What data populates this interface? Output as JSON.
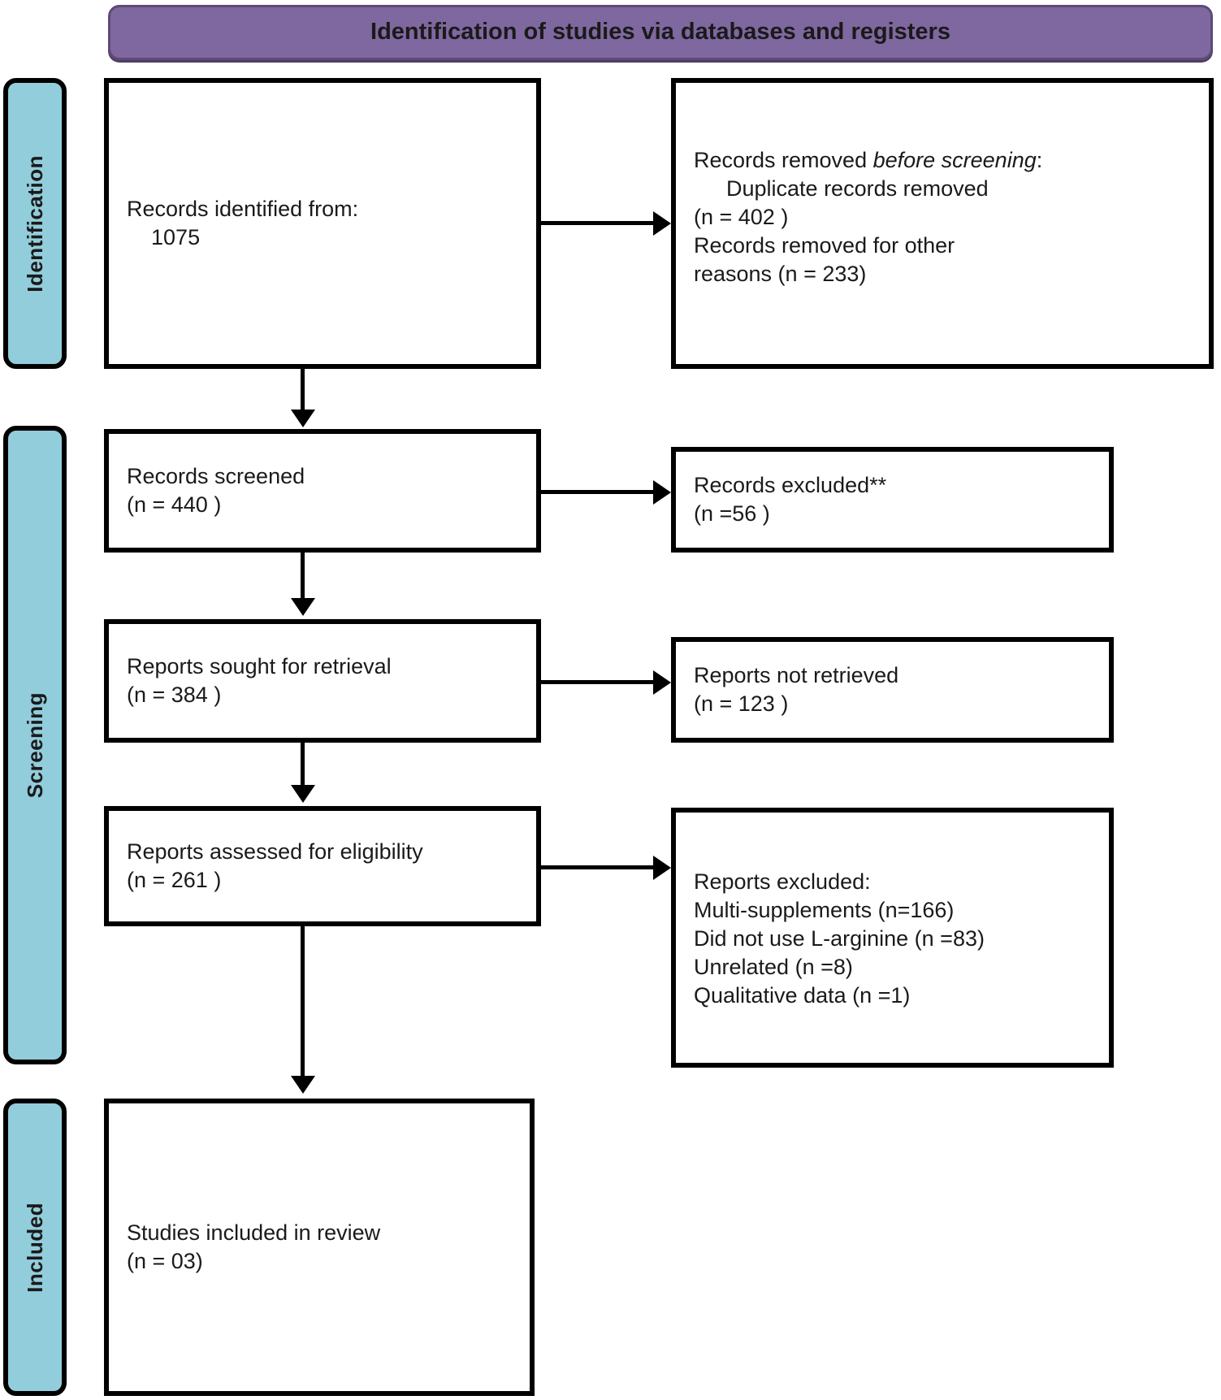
{
  "banner": {
    "title": "Identification of studies via databases and registers"
  },
  "stages": [
    {
      "id": "identification",
      "label": "Identification"
    },
    {
      "id": "screening",
      "label": "Screening"
    },
    {
      "id": "included",
      "label": "Included"
    }
  ],
  "boxes": {
    "identified": {
      "line1": "Records identified from:",
      "line2": "1075",
      "text": "Records identified from:\n    1075"
    },
    "removed": {
      "heading_plain": "Records removed ",
      "heading_italic": "before screening",
      "heading_colon": ":",
      "line_duplicate": "Duplicate records removed",
      "line_duplicate_n": "(n = 402 )",
      "line_other": "Records removed for other",
      "line_other_n": "reasons (n = 233)"
    },
    "screened": {
      "line1": "Records screened",
      "line2": "(n = 440 )",
      "text": "Records screened\n(n = 440 )"
    },
    "records_excluded": {
      "line1": "Records excluded**",
      "line2": "(n =56 )",
      "text": "Records excluded**\n(n =56 )"
    },
    "sought": {
      "line1": "Reports sought for retrieval",
      "line2": "(n = 384 )",
      "text": "Reports sought for retrieval\n(n = 384 )"
    },
    "not_retrieved": {
      "line1": "Reports not retrieved",
      "line2": "(n = 123 )",
      "text": "Reports not retrieved\n(n = 123 )"
    },
    "assessed": {
      "line1": "Reports assessed for eligibility",
      "line2": "(n = 261 )",
      "text": "Reports assessed for eligibility\n(n = 261 )"
    },
    "reports_excluded": {
      "heading": "Reports excluded:",
      "reasons": [
        "Multi-supplements (n=166)",
        "Did not use L-arginine (n =83)",
        "Unrelated (n =8)",
        "Qualitative data (n =1)"
      ],
      "text": "Reports excluded:\nMulti-supplements (n=166)\nDid not use L-arginine (n =83)\nUnrelated (n =8)\nQualitative data (n =1)"
    },
    "included": {
      "line1": "Studies included in review",
      "line2": "(n = 03)",
      "text": "Studies included in review\n(n = 03)"
    }
  },
  "colors": {
    "banner_fill": "#7f679f",
    "banner_border": "#5d4b77",
    "stage_fill": "#92cddc",
    "box_border": "#000000",
    "box_fill": "#ffffff",
    "text": "#1a1a1a"
  }
}
